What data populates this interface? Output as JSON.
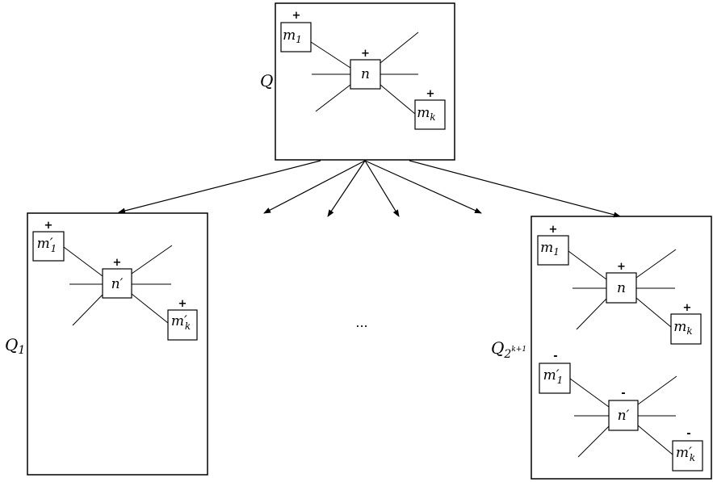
{
  "top_panel": {
    "label": "Q",
    "center_node": {
      "base": "n",
      "prime": "",
      "sub": "",
      "sign": "+"
    },
    "node_a": {
      "base": "m",
      "prime": "",
      "sub": "1",
      "sign": "+"
    },
    "node_b": {
      "base": "m",
      "prime": "",
      "sub": "k",
      "sign": "+"
    }
  },
  "left_panel": {
    "label_base": "Q",
    "label_sub": "1",
    "center_node": {
      "base": "n",
      "prime": "′",
      "sub": "",
      "sign": "+"
    },
    "node_a": {
      "base": "m",
      "prime": "′",
      "sub": "1",
      "sign": "+"
    },
    "node_b": {
      "base": "m",
      "prime": "′",
      "sub": "k",
      "sign": "+"
    }
  },
  "right_panel": {
    "label_base": "Q",
    "label_sub": "2",
    "label_sup": "k+1",
    "upper": {
      "center_node": {
        "base": "n",
        "prime": "",
        "sub": "",
        "sign": "+"
      },
      "node_a": {
        "base": "m",
        "prime": "",
        "sub": "1",
        "sign": "+"
      },
      "node_b": {
        "base": "m",
        "prime": "",
        "sub": "k",
        "sign": "+"
      }
    },
    "lower": {
      "center_node": {
        "base": "n",
        "prime": "′",
        "sub": "",
        "sign": "-"
      },
      "node_a": {
        "base": "m",
        "prime": "′",
        "sub": "1",
        "sign": "-"
      },
      "node_b": {
        "base": "m",
        "prime": "′",
        "sub": "k",
        "sign": "-"
      }
    }
  },
  "ellipsis": "..."
}
